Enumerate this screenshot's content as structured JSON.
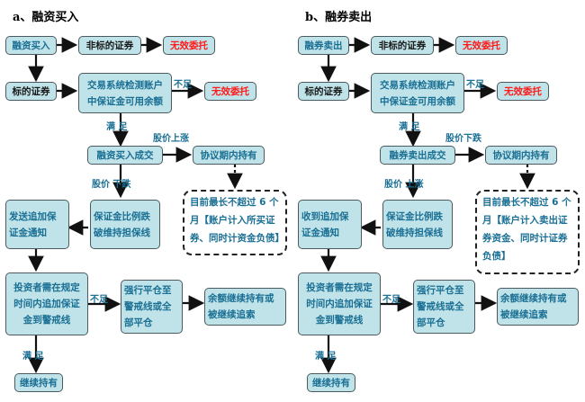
{
  "panels": [
    {
      "title": "a、融资买入",
      "start": "融资买入",
      "non_target": "非标的证券",
      "invalid1": "无效委托",
      "target": "标的证券",
      "check": "交易系统检测账户\n中保证金可用余额",
      "insufficient1": "不足",
      "invalid2": "无效委托",
      "sufficient1": "满 足",
      "deal": "融资买入成交",
      "price_up": "股价上涨",
      "hold_period": "协议期内持有",
      "price_down": "股价  下跌",
      "note": "目前最长不超过 6 个月【账户计入所买证券、同时计资金负债】",
      "notify": "发送追加保\n证金通知",
      "ratio": "保证金比例跌\n破维持担保线",
      "investor": "投资者需在规定\n时间内追加保证\n金到警戒线",
      "insufficient2": "不足",
      "force": "强行平仓至\n警戒线或全\n部平仓",
      "remain": "余额继续持有或\n被继续追索",
      "sufficient2": "满 足",
      "continue": "继续持有"
    },
    {
      "title": "b、融券卖出",
      "start": "融券卖出",
      "non_target": "非标的证券",
      "invalid1": "无效委托",
      "target": "标的证券",
      "check": "交易系统检测账户\n中保证金可用余额",
      "insufficient1": "不足",
      "invalid2": "无效委托",
      "sufficient1": "满 足",
      "deal": "融券卖出成交",
      "price_up": "股价下跌",
      "hold_period": "协议期内持有",
      "price_down": "股价  上涨",
      "note": "目前最长不超过 6 个月【账户计入卖出证券资金、同时计证券负债】",
      "notify": "收到追加保\n证金通知",
      "ratio": "保证金比例跌\n破维持担保线",
      "investor": "投资者需在规定\n时间内追加保证\n金到警戒线",
      "insufficient2": "不足",
      "force": "强行平仓至\n警戒线或全\n部平仓",
      "remain": "余额继续持有或\n被继续追索",
      "sufficient2": "满 足",
      "continue": "继续持有"
    }
  ]
}
